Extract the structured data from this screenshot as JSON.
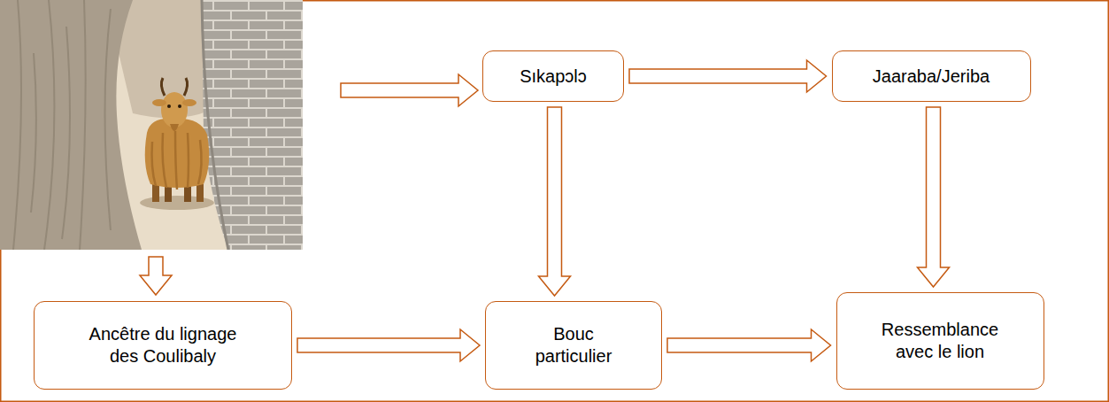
{
  "diagram": {
    "nodes": [
      {
        "text": [
          "Sıkapɔlɔ"
        ]
      },
      {
        "text": [
          "Jaaraba/Jeriba"
        ]
      },
      {
        "text": [
          "Ancêtre du lignage des Coulibaly"
        ]
      },
      {
        "text": [
          "Bouc particulier"
        ]
      },
      {
        "text": [
          "Ressemblance avec le lion"
        ]
      }
    ],
    "edges": [
      {
        "from": 0,
        "to": 1,
        "arrow": "to"
      },
      {
        "from": 0,
        "to": 3,
        "arrow": "to"
      },
      {
        "from": 2,
        "to": 3,
        "arrow": "to"
      },
      {
        "from": 3,
        "to": 4,
        "arrow": "to"
      },
      {
        "from": 1,
        "to": 4,
        "arrow": "to"
      }
    ]
  }
}
